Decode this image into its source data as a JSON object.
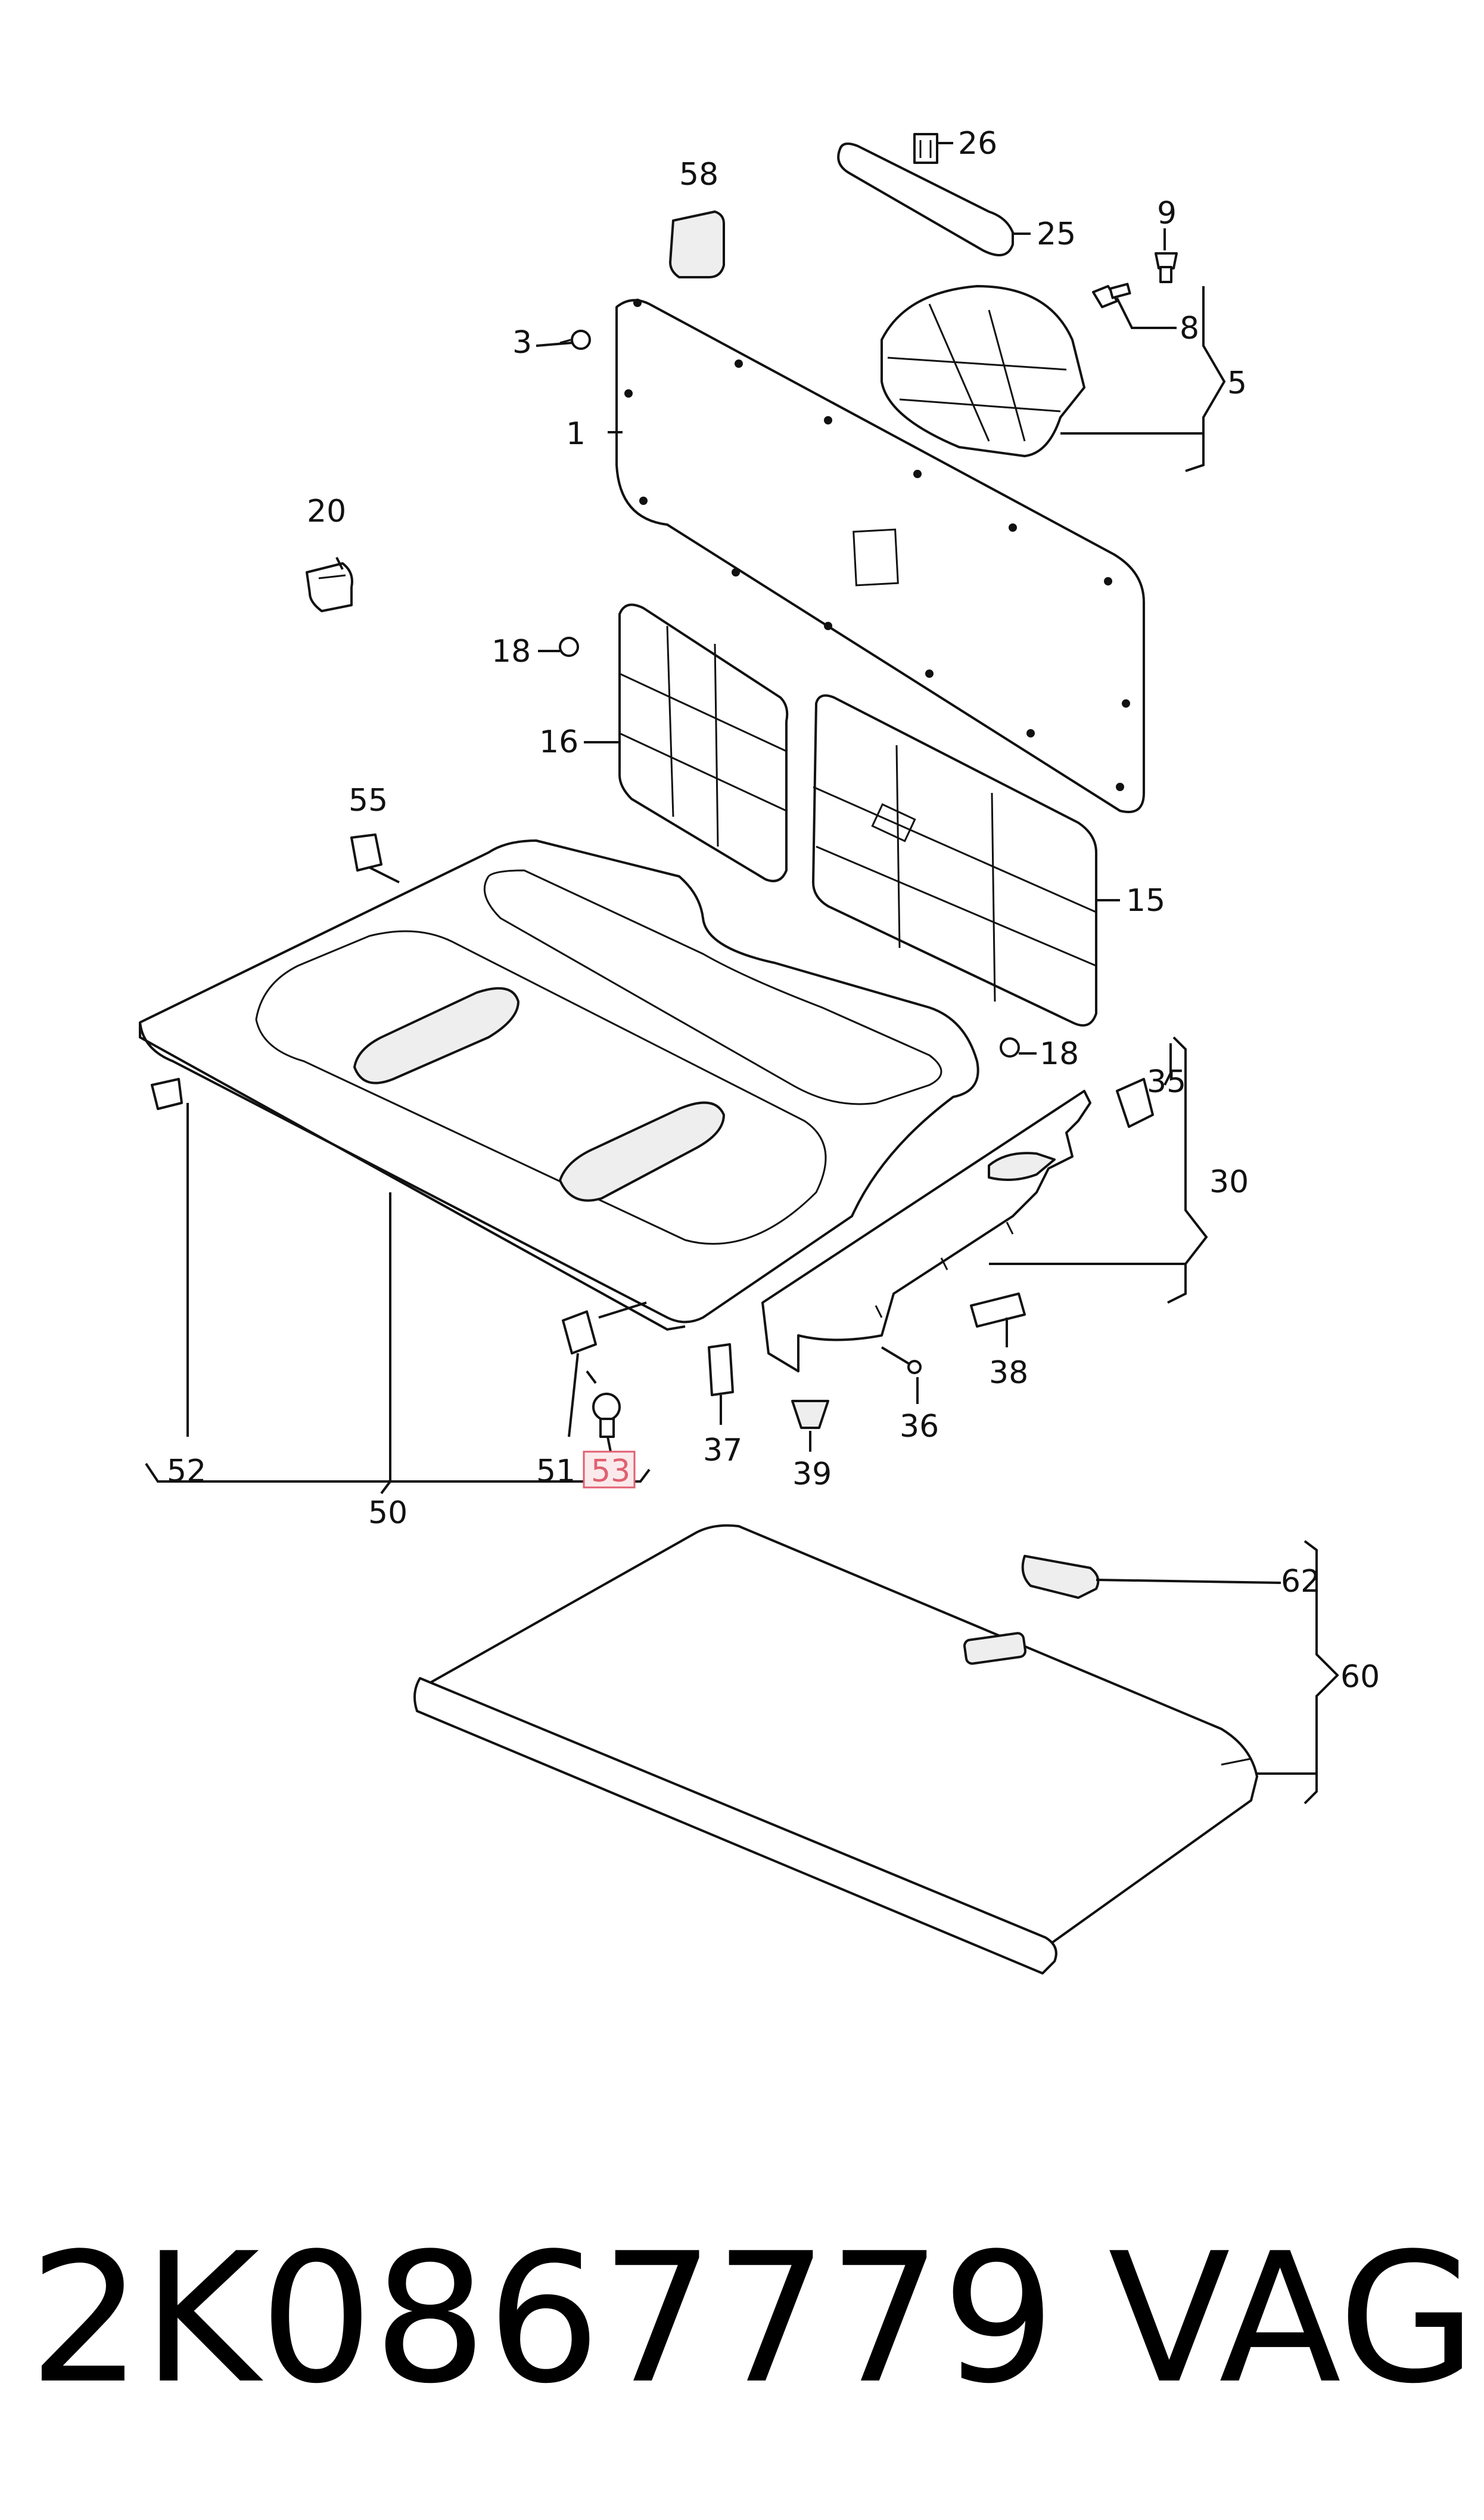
{
  "callouts": {
    "c1": "1",
    "c3": "3",
    "c5": "5",
    "c8": "8",
    "c9": "9",
    "c15": "15",
    "c16": "16",
    "c18a": "18",
    "c18b": "18",
    "c20": "20",
    "c25": "25",
    "c26": "26",
    "c30": "30",
    "c35": "35",
    "c36": "36",
    "c37": "37",
    "c38": "38",
    "c39": "39",
    "c50": "50",
    "c51": "51",
    "c52": "52",
    "c53": "53",
    "c55": "55",
    "c58": "58",
    "c60": "60",
    "c62": "62"
  },
  "highlight": {
    "callout": "53",
    "color": "#e06070"
  },
  "footer": {
    "part_number": "2K0867779",
    "brand": "VAG"
  }
}
